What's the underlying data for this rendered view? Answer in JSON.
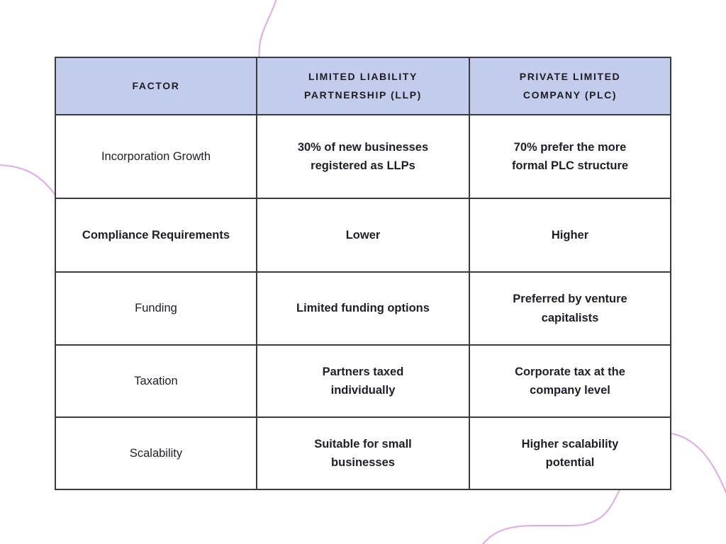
{
  "page": {
    "background_color": "#ffffff",
    "text_color": "#1e1e28"
  },
  "decorations": {
    "curve_color": "#e0a9e6",
    "curves": [
      "top-center-curve",
      "left-edge-curve",
      "right-edge-curve",
      "bottom-edge-curve"
    ]
  },
  "table": {
    "header": {
      "background_color": "#c4cceb",
      "border_color": "#3a3a3f",
      "columns": [
        "FACTOR",
        "LIMITED LIABILITY PARTNERSHIP (LLP)",
        "PRIVATE LIMITED COMPANY (PLC)"
      ]
    },
    "rows": [
      {
        "factor": "Incorporation Growth",
        "factor_weight": "normal",
        "llp": "30% of new businesses registered as LLPs",
        "plc": "70% prefer the more formal PLC structure"
      },
      {
        "factor": "Compliance Requirements",
        "factor_weight": "bold",
        "llp": "Lower",
        "plc": "Higher"
      },
      {
        "factor": "Funding",
        "factor_weight": "normal",
        "llp": "Limited funding options",
        "plc": "Preferred by venture capitalists"
      },
      {
        "factor": "Taxation",
        "factor_weight": "normal",
        "llp": "Partners taxed individually",
        "plc": "Corporate tax at the company level"
      },
      {
        "factor": "Scalability",
        "factor_weight": "normal",
        "llp": "Suitable for small businesses",
        "plc": "Higher scalability potential"
      }
    ]
  }
}
